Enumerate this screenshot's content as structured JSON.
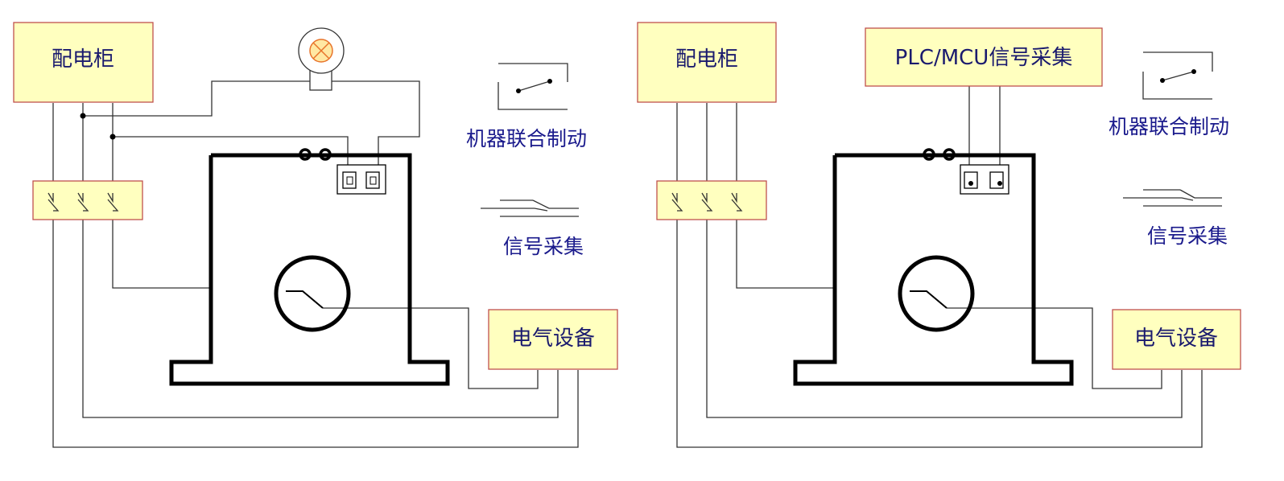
{
  "left": {
    "cabinet": "配电柜",
    "equipment": "电气设备",
    "legend_relay": "机器联合制动",
    "legend_signal": "信号采集",
    "lamp_icon": "lamp-icon"
  },
  "right": {
    "cabinet": "配电柜",
    "plc": "PLC/MCU信号采集",
    "equipment": "电气设备",
    "legend_relay": "机器联合制动",
    "legend_signal": "信号采集"
  },
  "colors": {
    "box_fill": "#ffffbf",
    "box_border": "#c0504d",
    "text": "#1a1a6e",
    "lamp_fill": "#ffe8a3",
    "lamp_cross": "#e8742a"
  }
}
